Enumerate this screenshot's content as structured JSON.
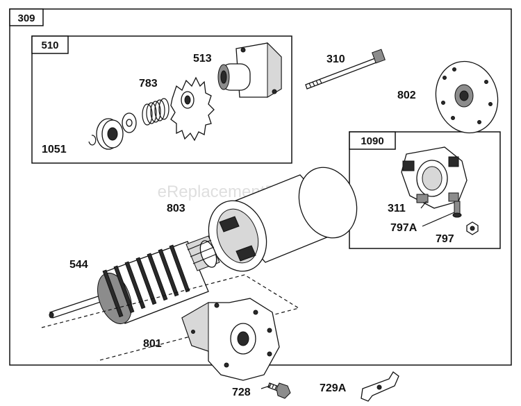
{
  "watermark": "eReplacementParts.com",
  "groups": {
    "main": "309",
    "drive": "510",
    "brush": "1090"
  },
  "parts": {
    "p513": "513",
    "p783": "783",
    "p1051": "1051",
    "p310": "310",
    "p802": "802",
    "p311": "311",
    "p797A": "797A",
    "p797": "797",
    "p803": "803",
    "p544": "544",
    "p801": "801",
    "p728": "728",
    "p729A": "729A"
  }
}
